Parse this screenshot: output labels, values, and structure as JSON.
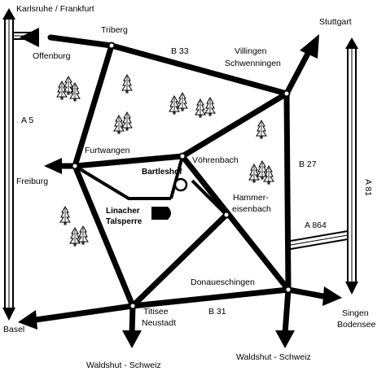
{
  "map": {
    "colors": {
      "ink": "#000000",
      "paper": "#ffffff"
    },
    "labels": {
      "karlsruhe": "Karlsruhe / Frankfurt",
      "triberg": "Triberg",
      "offenburg": "Offenburg",
      "b33": "B 33",
      "stuttgart": "Stuttgart",
      "villingen": "Villingen",
      "schwenningen": "Schwenningen",
      "a5": "A 5",
      "a81": "A 81",
      "furtwangen": "Furtwangen",
      "voehrenbach": "Vöhrenbach",
      "bartleshof": "Bartleshof",
      "freiburg": "Freiburg",
      "b27": "B 27",
      "hammer1": "Hammer-",
      "hammer2": "eisenbach",
      "linacher": "Linacher",
      "talsperre": "Talsperre",
      "a864": "A 864",
      "donaueschingen": "Donaueschingen",
      "singen": "Singen",
      "bodensee": "Bodensee",
      "basel": "Basel",
      "titisee": "Titisee",
      "neustadt": "Neustadt",
      "b31": "B 31",
      "waldshut_left": "Waldshut - Schweiz",
      "waldshut_right": "Waldshut - Schweiz"
    },
    "icons": [
      "tree-cluster-icon",
      "destination-marker-icon",
      "dam-marker-icon",
      "arrow-head-icon"
    ]
  }
}
